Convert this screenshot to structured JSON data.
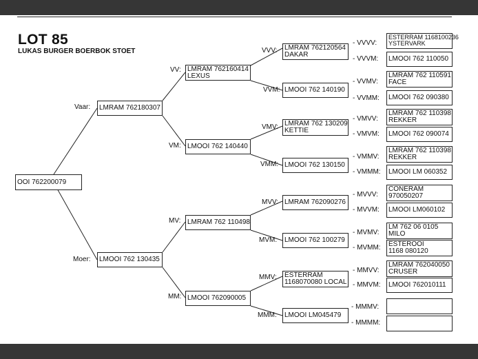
{
  "header": {
    "title": "LOT 85",
    "subtitle": "LUKAS BURGER BOERBOK STOET"
  },
  "animal": "OOI 762200079",
  "parents": {
    "vaar": {
      "label": "Vaar:",
      "name": "LMRAM 762180307"
    },
    "moer": {
      "label": "Moer:",
      "name": "LMOOI 762 130435"
    }
  },
  "grandparents": {
    "vv": {
      "label": "VV:",
      "l1": "LMRAM 762160414",
      "l2": "LEXUS"
    },
    "vm": {
      "label": "VM:",
      "l1": "LMOOI 762 140440",
      "l2": ""
    },
    "mv": {
      "label": "MV:",
      "l1": "LMRAM 762 110498",
      "l2": ""
    },
    "mm": {
      "label": "MM:",
      "l1": "LMOOI 762090005",
      "l2": ""
    }
  },
  "great_grandparents": {
    "vvv": {
      "label": "VVV:",
      "l1": "LMRAM 762120564",
      "l2": "DAKAR"
    },
    "vvm": {
      "label": "VVM:",
      "l1": "LMOOI 762 140190",
      "l2": ""
    },
    "vmv": {
      "label": "VMV:",
      "l1": "LMRAM 762 130209",
      "l2": "KETTIE"
    },
    "vmm": {
      "label": "VMM:",
      "l1": "LMOOI 762 130150",
      "l2": ""
    },
    "mvv": {
      "label": "MVV:",
      "l1": "LMRAM 762090276",
      "l2": ""
    },
    "mvm": {
      "label": "MVM:",
      "l1": "LMOOI 762 100279",
      "l2": ""
    },
    "mmv": {
      "label": "MMV:",
      "l1": "ESTERRAM",
      "l2": "1168070080 LOCAL"
    },
    "mmm": {
      "label": "MMM:",
      "l1": "LMOOI LM045479",
      "l2": ""
    }
  },
  "great_great_grandparents": {
    "vvvv": {
      "label": "- VVVV:",
      "l1": "ESTERRAM 1168100236",
      "l2": "YSTERVARK"
    },
    "vvvm": {
      "label": "- VVVM:",
      "l1": "LMOOI 762 110050",
      "l2": ""
    },
    "vvmv": {
      "label": "- VVMV:",
      "l1": "LMRAM 762 110591",
      "l2": "FACE"
    },
    "vvmm": {
      "label": "- VVMM:",
      "l1": "LMOOI 762 090380",
      "l2": ""
    },
    "vmvv": {
      "label": "- VMVV:",
      "l1": "LMRAM 762 110398",
      "l2": "REKKER"
    },
    "vmvm": {
      "label": "- VMVM:",
      "l1": "LMOOI 762 090074",
      "l2": ""
    },
    "vmmv": {
      "label": "- VMMV:",
      "l1": "LMRAM 762 110398",
      "l2": "REKKER"
    },
    "vmmm": {
      "label": "- VMMM:",
      "l1": "LMOOI LM 060352",
      "l2": ""
    },
    "mvvv": {
      "label": "- MVVV:",
      "l1": "CONERAM",
      "l2": "970050207"
    },
    "mvvm": {
      "label": "- MVVM:",
      "l1": "LMOOI LM060102",
      "l2": ""
    },
    "mvmv": {
      "label": "- MVMV:",
      "l1": "LM 762 06 0105",
      "l2": "MILO"
    },
    "mvmm": {
      "label": "- MVMM:",
      "l1": "ESTEROOI",
      "l2": "1168 080120"
    },
    "mmvv": {
      "label": "- MMVV:",
      "l1": "LMRAM 762040050",
      "l2": "CRUSER"
    },
    "mmvm": {
      "label": "- MMVM:",
      "l1": "LMOOI 762010111",
      "l2": ""
    },
    "mmmv": {
      "label": "- MMMV:",
      "l1": "",
      "l2": ""
    },
    "mmmm": {
      "label": "- MMMM:",
      "l1": "",
      "l2": ""
    }
  }
}
